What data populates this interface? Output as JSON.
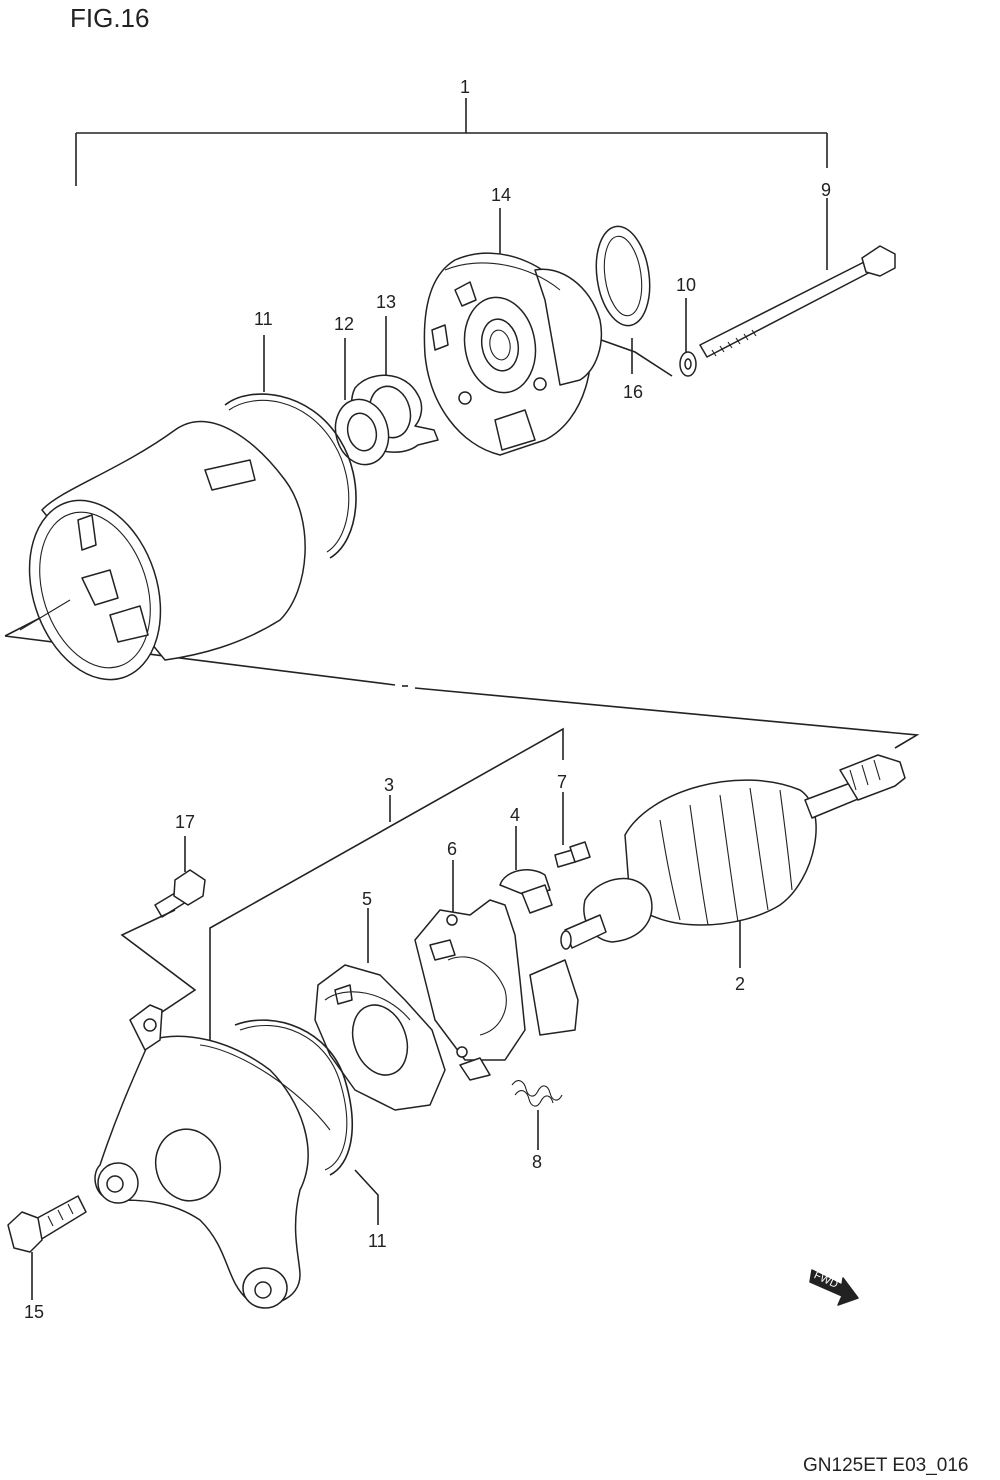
{
  "figure": {
    "title": "FIG.16",
    "code": "GN125ET E03_016",
    "fwd_label": "FWD"
  },
  "callouts": {
    "c1": "1",
    "c2": "2",
    "c3": "3",
    "c4": "4",
    "c5": "5",
    "c6": "6",
    "c7": "7",
    "c8": "8",
    "c9": "9",
    "c10": "10",
    "c11_top": "11",
    "c11_bottom": "11",
    "c12": "12",
    "c13": "13",
    "c14": "14",
    "c15": "15",
    "c16": "16",
    "c17": "17"
  },
  "parts": [
    "starting-motor-assembly",
    "armature",
    "housing-end",
    "brush",
    "plate",
    "brush-holder",
    "screw",
    "spring",
    "bolt",
    "washer",
    "o-ring",
    "washer",
    "lock-washer",
    "housing-end-cover",
    "bolt",
    "o-ring",
    "screw"
  ]
}
